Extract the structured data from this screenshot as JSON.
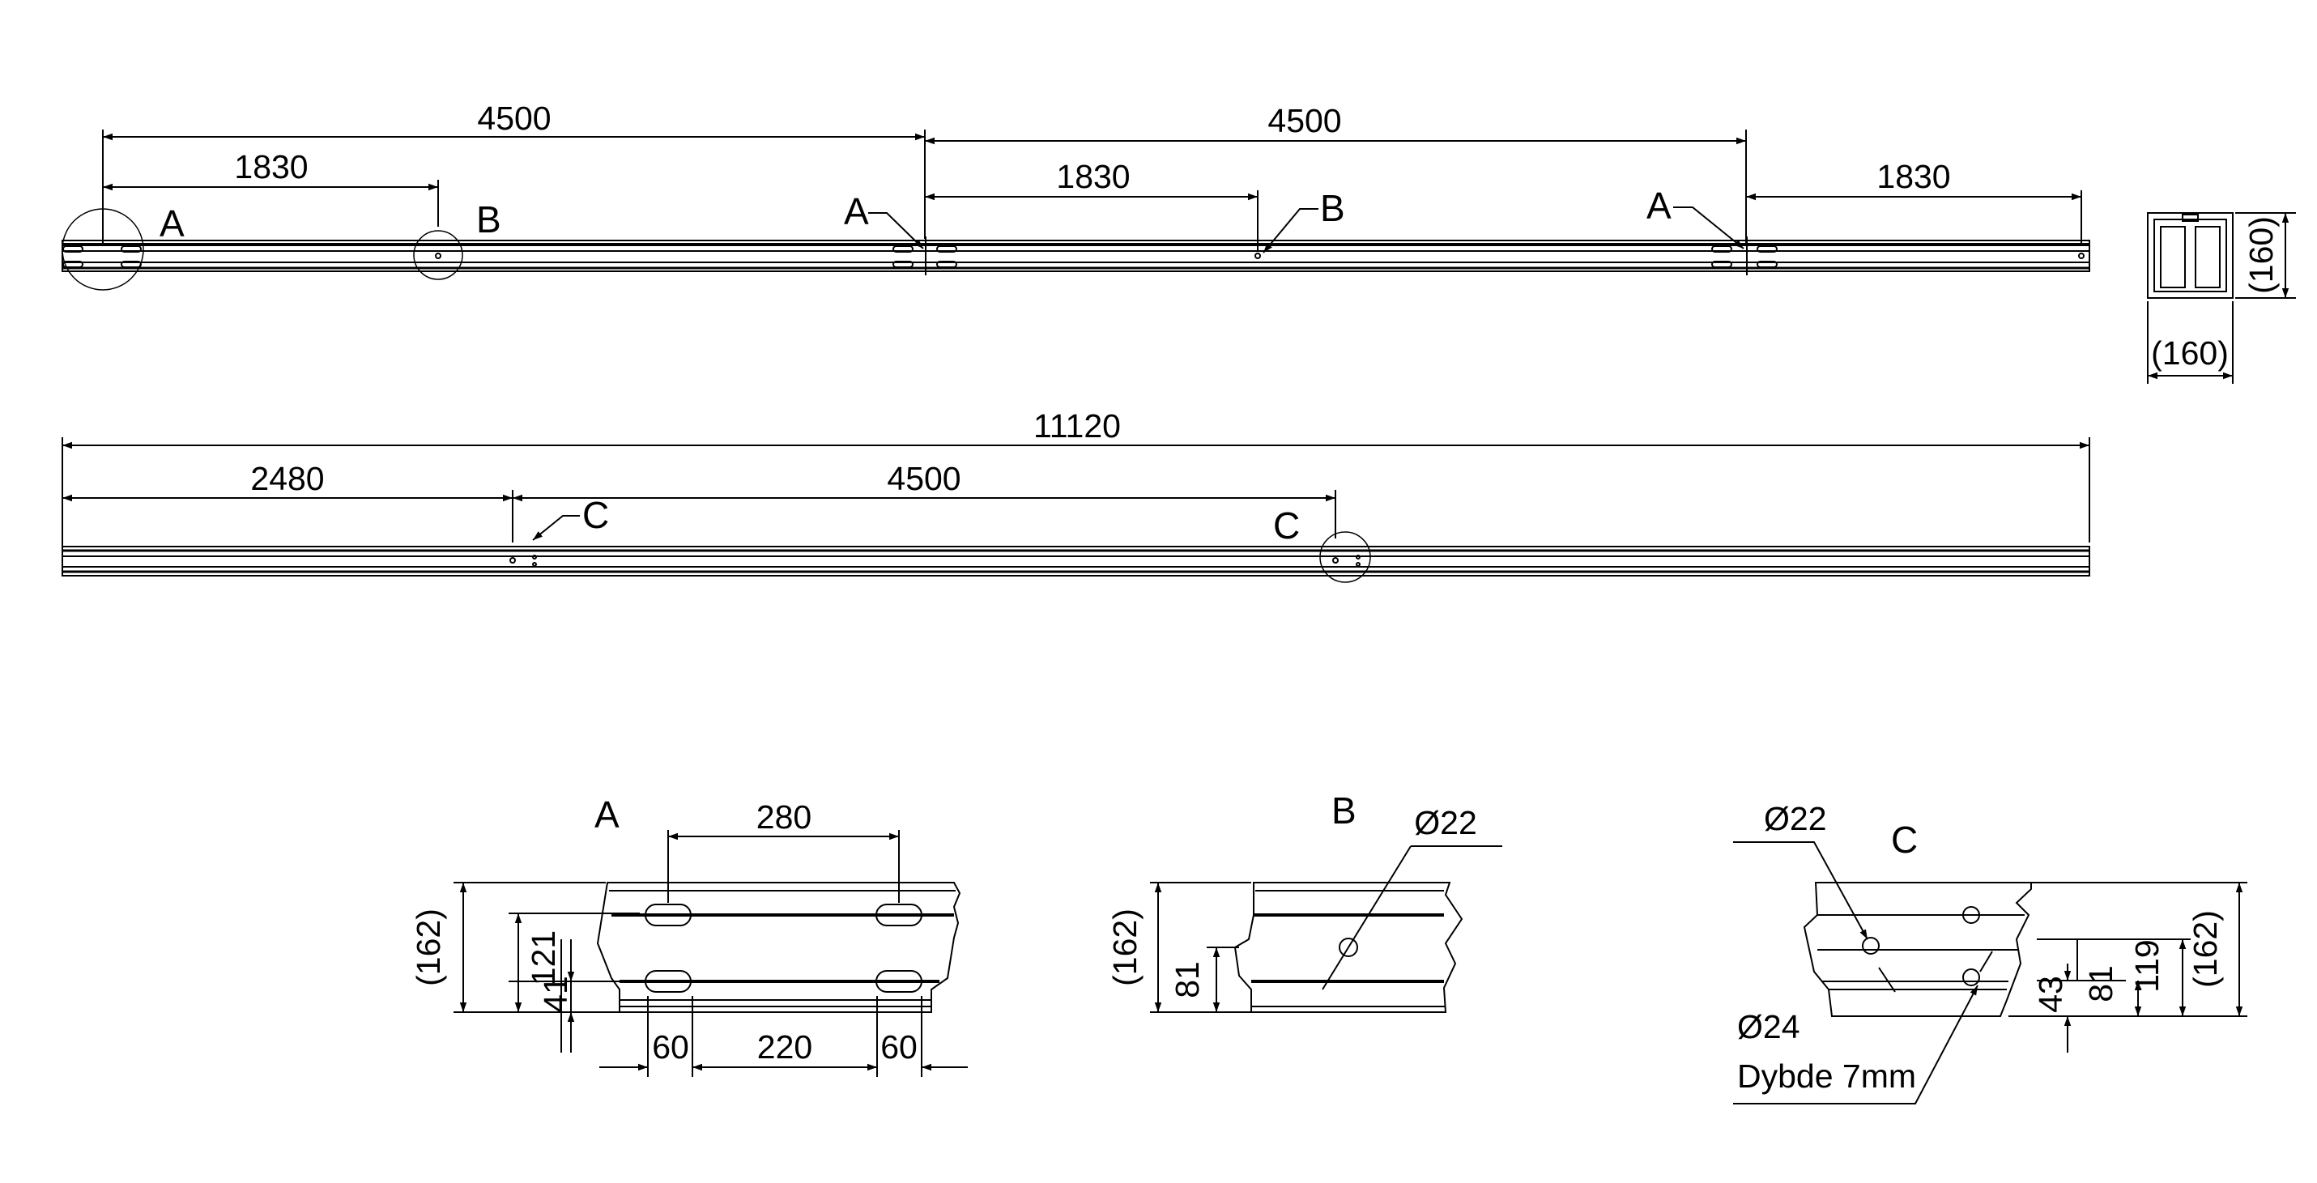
{
  "elevation_top": {
    "dims": {
      "span_left": "4500",
      "span_right": "4500",
      "offset_left": "1830",
      "offset_mid": "1830",
      "offset_right": "1830"
    },
    "callouts": {
      "a_end": "A",
      "b_first": "B",
      "a_joint": "A",
      "b_mid": "B",
      "a_far": "A"
    }
  },
  "end_section": {
    "height": "(160)",
    "width": "(160)"
  },
  "elevation_bottom": {
    "dims": {
      "overall": "11120",
      "offset": "2480",
      "span": "4500"
    },
    "callouts": {
      "c_first": "C",
      "c_second": "C"
    }
  },
  "detail_a": {
    "title": "A",
    "dims": {
      "slot_pitch": "280",
      "height": "(162)",
      "upper_slots": "121",
      "lower_slots": "41",
      "edge_left": "60",
      "middle": "220",
      "edge_right": "60"
    }
  },
  "detail_b": {
    "title": "B",
    "dims": {
      "hole_dia": "Ø22",
      "height": "(162)",
      "hole_height": "81"
    }
  },
  "detail_c": {
    "title": "C",
    "dims": {
      "hole_dia": "Ø22",
      "bore_dia": "Ø24",
      "bore_depth": "Dybde 7mm",
      "h43": "43",
      "h81": "81",
      "h119": "119",
      "height": "(162)"
    }
  }
}
